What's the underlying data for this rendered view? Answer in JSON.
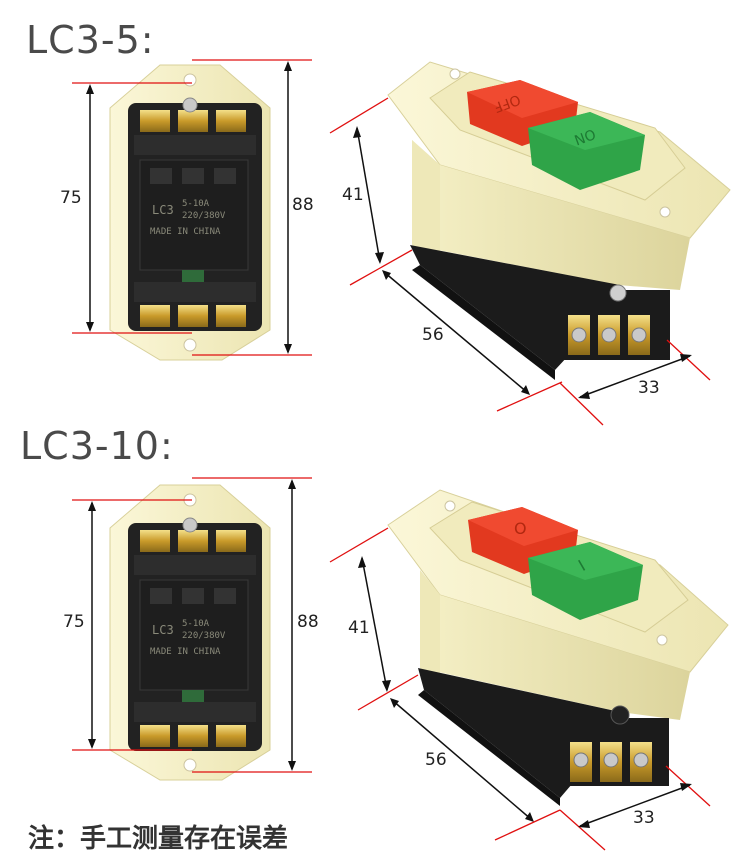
{
  "models": [
    {
      "label": "LC3-5:",
      "front": {
        "height_inner": "75",
        "height_outer": "88",
        "marking": "LC3",
        "rating": "5-10A",
        "voltage": "220/380V",
        "origin": "MADE IN CHINA"
      },
      "side": {
        "height": "41",
        "depth": "56",
        "width": "33"
      },
      "buttons": {
        "red": "OFF",
        "green": "ON"
      }
    },
    {
      "label": "LC3-10:",
      "front": {
        "height_inner": "75",
        "height_outer": "88",
        "marking": "LC3",
        "rating": "5-10A",
        "voltage": "220/380V",
        "origin": "MADE IN CHINA"
      },
      "side": {
        "height": "41",
        "depth": "56",
        "width": "33"
      },
      "buttons": {
        "red": "O",
        "green": "I"
      }
    }
  ],
  "note": "注：手工测量存在误差",
  "colors": {
    "housing": "#f7f2c8",
    "housing_shade": "#e6dfa8",
    "red_button": "#e2391f",
    "green_button": "#2fa448",
    "dimension_line": "#e01010",
    "base": "#1a1a1a"
  }
}
